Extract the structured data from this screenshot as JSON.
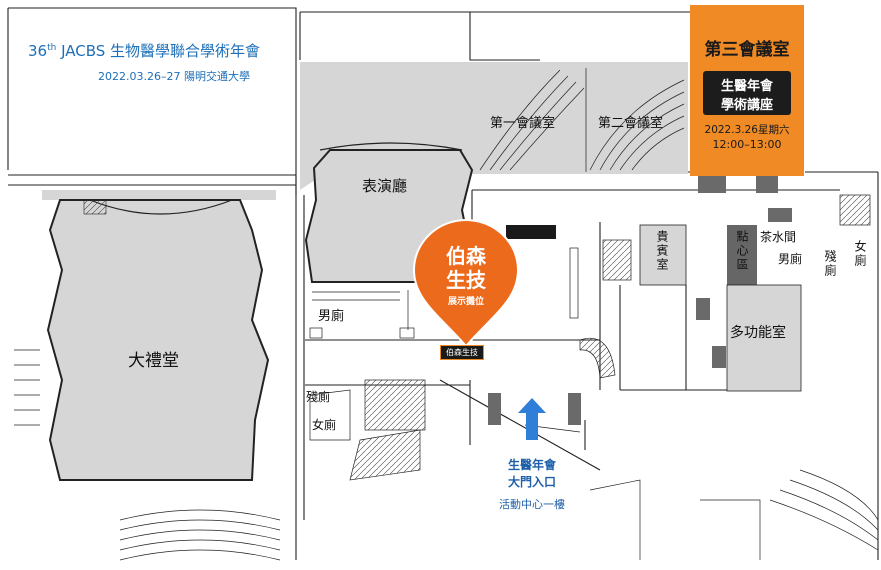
{
  "header": {
    "title_prefix": "36",
    "title_sup": "th",
    "title_rest": " JACBS 生物醫學聯合學術年會",
    "date_venue": "2022.03.26–27 陽明交通大學"
  },
  "third_room": {
    "name": "第三會議室",
    "event_line1": "生醫年會",
    "event_line2": "學術講座",
    "date": "2022.3.26星期六",
    "time": "12:00–13:00"
  },
  "booth_pin": {
    "line1": "伯森",
    "line2": "生技",
    "line3": "展示攤位",
    "tag": "伯森生技"
  },
  "entrance": {
    "line1": "生醫年會",
    "line2": "大門入口",
    "floor": "活動中心一樓"
  },
  "rooms": {
    "auditorium": "大禮堂",
    "performance_hall": "表演廳",
    "meeting_room_1": "第一會議室",
    "meeting_room_2": "第二會議室",
    "vip_room": "貴賓室",
    "snack_bar": "點心區",
    "tea_room": "茶水間",
    "mens_restroom_center": "男廁",
    "mens_restroom_right": "男廁",
    "accessible_restroom_right": "殘廁",
    "accessible_restroom_left": "殘廁",
    "womens_restroom_left": "女廁",
    "womens_restroom_right": "女廁",
    "multipurpose_room": "多功能室"
  },
  "colors": {
    "accent_orange": "#f08a24",
    "pin_orange": "#ec6a1c",
    "title_blue": "#1d6fb8",
    "arrow_blue": "#2f7ed8",
    "room_gray": "#d6d6d6",
    "dark_block": "#5a5a5a"
  }
}
